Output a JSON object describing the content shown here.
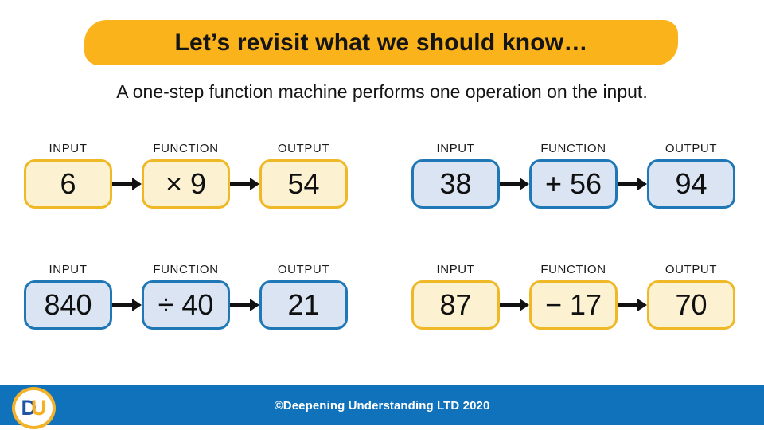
{
  "title": "Let’s revisit what we should know…",
  "subtitle": "A one-step function machine performs one operation on the input.",
  "machines": [
    {
      "position": "top-left",
      "theme": "yellow",
      "input_label": "INPUT",
      "function_label": "FUNCTION",
      "output_label": "OUTPUT",
      "input": "6",
      "function": "× 9",
      "output": "54"
    },
    {
      "position": "top-right",
      "theme": "blue",
      "input_label": "INPUT",
      "function_label": "FUNCTION",
      "output_label": "OUTPUT",
      "input": "38",
      "function": "+ 56",
      "output": "94"
    },
    {
      "position": "bottom-left",
      "theme": "blue",
      "input_label": "INPUT",
      "function_label": "FUNCTION",
      "output_label": "OUTPUT",
      "input": "840",
      "function": "÷ 40",
      "output": "21"
    },
    {
      "position": "bottom-right",
      "theme": "yellow",
      "input_label": "INPUT",
      "function_label": "FUNCTION",
      "output_label": "OUTPUT",
      "input": "87",
      "function": "− 17",
      "output": "70"
    }
  ],
  "footer": {
    "copyright": "©Deepening Understanding LTD 2020",
    "logo_letter_d": "D",
    "logo_letter_u": "U"
  },
  "colors": {
    "banner_gold": "#FBB31B",
    "yellow_box_fill": "#FCF2D2",
    "yellow_box_border": "#EFB826",
    "blue_box_fill": "#DAE4F2",
    "blue_box_border": "#1F78B5",
    "footer_bar_blue": "#0F72BB",
    "logo_ring_gold": "#F3B229",
    "logo_d_blue": "#2053A4",
    "logo_u_gold": "#F6B01E",
    "arrow_black": "#111111"
  }
}
